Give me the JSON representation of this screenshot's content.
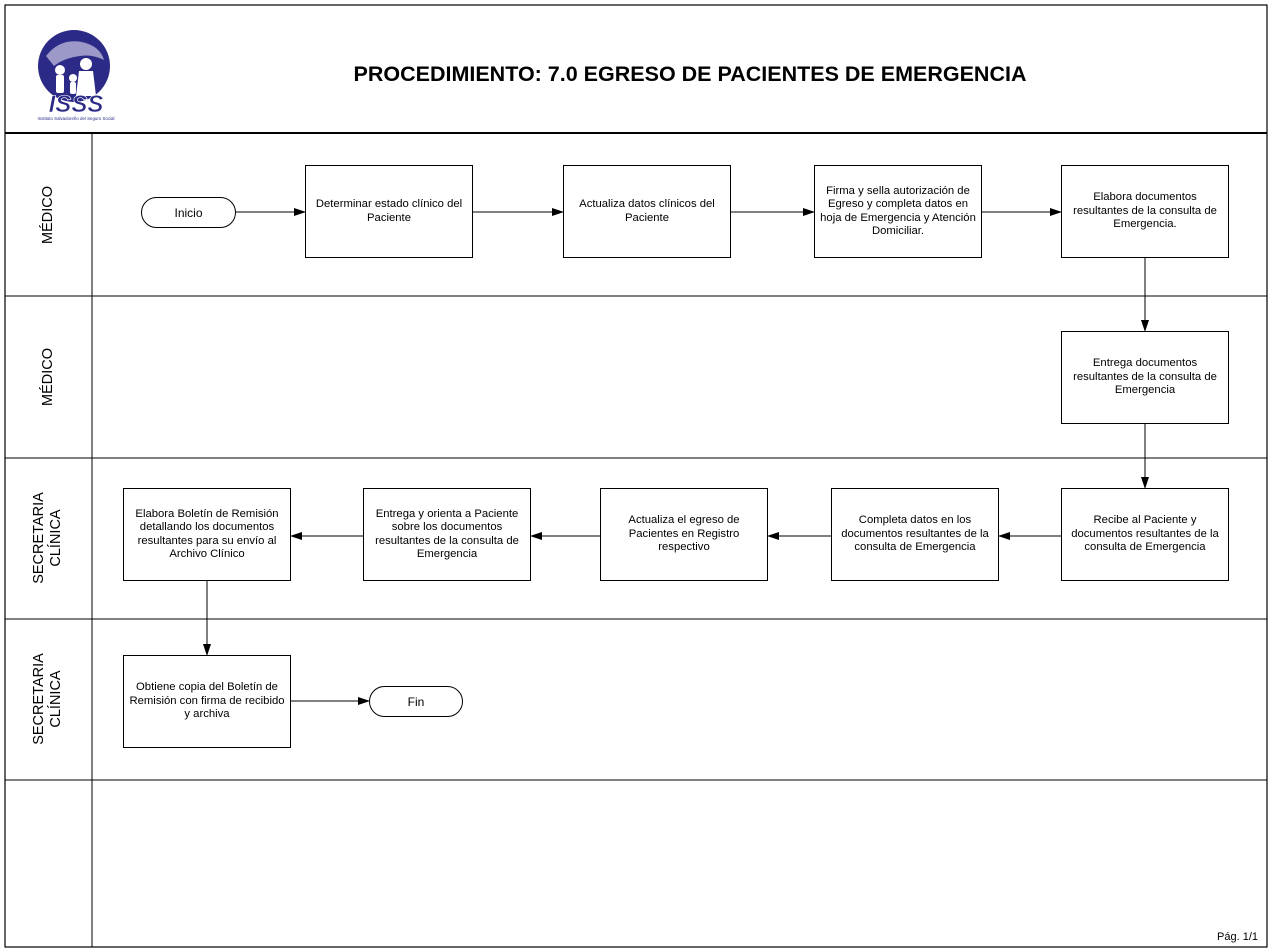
{
  "title": "PROCEDIMIENTO: 7.0 EGRESO DE PACIENTES DE EMERGENCIA",
  "logo": {
    "main": "ISSS",
    "sub": "Instituto Salvadoreño del Seguro Social"
  },
  "lanes": [
    {
      "label": "MÉDICO"
    },
    {
      "label": "MÉDICO"
    },
    {
      "label": "SECRETARIA\nCLÍNICA"
    },
    {
      "label": "SECRETARIA\nCLÍNICA"
    },
    {
      "label": ""
    }
  ],
  "terminals": {
    "start": "Inicio",
    "end": "Fin"
  },
  "steps": {
    "s1": "Determinar estado clínico del Paciente",
    "s2": "Actualiza datos clínicos del Paciente",
    "s3": "Firma y sella autorización de Egreso y completa datos en hoja de Emergencia y Atención Domiciliar.",
    "s4": "Elabora documentos resultantes de la consulta de Emergencia.",
    "s5": "Entrega documentos resultantes de la consulta de Emergencia",
    "s6": "Recibe al Paciente y documentos resultantes de la consulta de Emergencia",
    "s7": "Completa datos en los documentos resultantes de la consulta de Emergencia",
    "s8": "Actualiza el egreso de Pacientes en Registro respectivo",
    "s9": "Entrega y orienta a Paciente sobre los documentos resultantes de la consulta de Emergencia",
    "s10": "Elabora Boletín de Remisión detallando los documentos resultantes para su envío al Archivo Clínico",
    "s11": "Obtiene copia del Boletín de Remisión con firma de recibido y archiva"
  },
  "page": "Pág. 1/1",
  "colors": {
    "logo_blue": "#2b2a86",
    "logo_light": "#9c98c8"
  }
}
